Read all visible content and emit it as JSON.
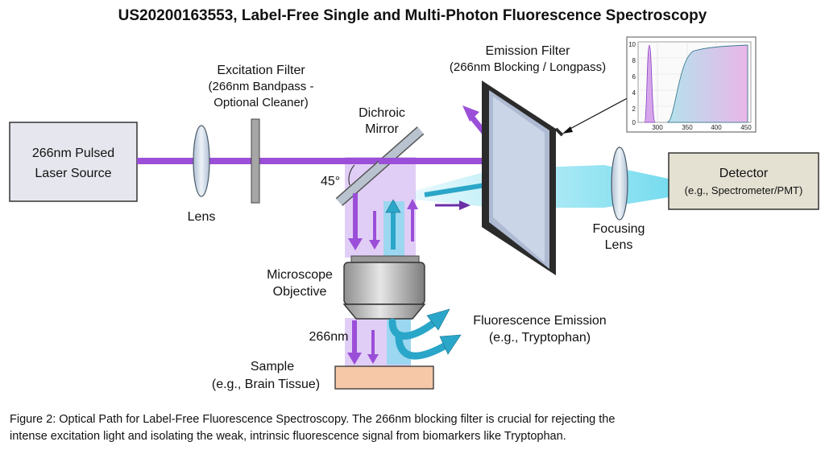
{
  "title": "US20200163553, Label-Free Single and Multi-Photon Fluorescence Spectroscopy",
  "laser": {
    "line1": "266nm Pulsed",
    "line2": "Laser Source"
  },
  "lens_label": "Lens",
  "excitation_filter": {
    "line1": "Excitation Filter",
    "line2": "(266nm Bandpass -",
    "line3": "Optional Cleaner)"
  },
  "dichroic": {
    "line1": "Dichroic",
    "line2": "Mirror",
    "angle": "45°"
  },
  "emission_filter": {
    "line1": "Emission Filter",
    "line2": "(266nm Blocking / Longpass)"
  },
  "inset_chart": {
    "y_ticks": [
      "10",
      "8",
      "6",
      "4",
      "2",
      "0"
    ],
    "x_ticks": [
      "300",
      "350",
      "400",
      "450"
    ]
  },
  "detector": {
    "line1": "Detector",
    "line2": "(e.g., Spectrometer/PMT)"
  },
  "focusing_lens": {
    "line1": "Focusing",
    "line2": "Lens"
  },
  "objective": {
    "line1": "Microscope",
    "line2": "Objective"
  },
  "fluorescence": {
    "line1": "Fluorescence Emission",
    "line2": "(e.g., Tryptophan)"
  },
  "excitation_label": "266nm",
  "sample": {
    "line1": "Sample",
    "line2": "(e.g., Brain Tissue)"
  },
  "caption": {
    "line1": "Figure 2: Optical Path for Label-Free Fluorescence Spectroscopy. The 266nm blocking filter is crucial for rejecting the",
    "line2": "intense excitation light and isolating the weak, intrinsic fluorescence signal from biomarkers like Tryptophan."
  },
  "colors": {
    "excitation": "#9b4fd8",
    "fluorescence": "#38b7d9",
    "detector_fill": "#e4e1d2",
    "sample_fill": "#f6c8a8",
    "laser_fill": "#e6e7ee"
  }
}
